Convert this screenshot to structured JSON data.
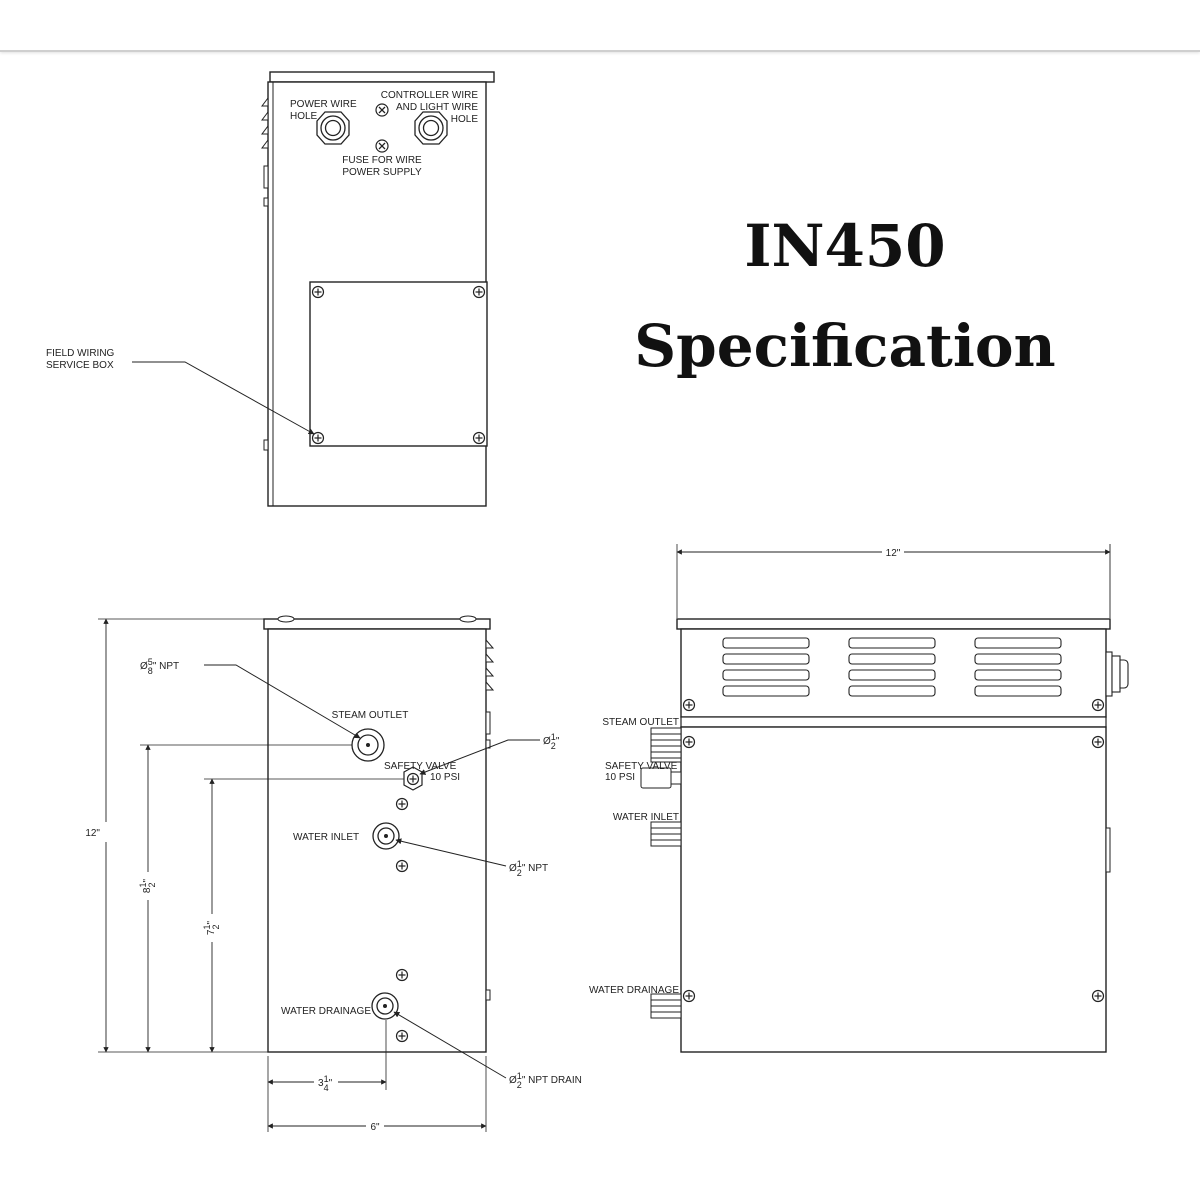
{
  "title": {
    "model": "IN450",
    "subtitle": "Specification"
  },
  "top_view": {
    "power_wire_hole": [
      "POWER WIRE",
      "HOLE"
    ],
    "controller_wire_hole": [
      "CONTROLLER WIRE",
      "AND LIGHT WIRE",
      "HOLE"
    ],
    "fuse": [
      "FUSE FOR WIRE",
      "POWER SUPPLY"
    ],
    "field_wiring_box": [
      "FIELD WIRING",
      "SERVICE BOX"
    ]
  },
  "front_view": {
    "steam_outlet": "STEAM OUTLET",
    "steam_outlet_size": {
      "prefix": "Ø",
      "num": "5",
      "den": "8",
      "suffix": "\" NPT"
    },
    "safety_valve": [
      "SAFETY VALVE",
      "10 PSI"
    ],
    "safety_valve_size": {
      "prefix": "Ø",
      "num": "1",
      "den": "2",
      "suffix": "\""
    },
    "water_inlet": "WATER INLET",
    "water_inlet_size": {
      "prefix": "Ø",
      "num": "1",
      "den": "2",
      "suffix": "\" NPT"
    },
    "water_drainage": "WATER DRAINAGE",
    "drain_size": {
      "prefix": "Ø",
      "num": "1",
      "den": "2",
      "suffix": "\" NPT DRAIN"
    },
    "dim_height": "12\"",
    "dim_outlet_height": {
      "whole": "8",
      "num": "1",
      "den": "2",
      "suffix": "\""
    },
    "dim_valve_height": {
      "whole": "7",
      "num": "1",
      "den": "2",
      "suffix": "\""
    },
    "dim_drain_offset": {
      "whole": "3",
      "num": "1",
      "den": "4",
      "suffix": "\""
    },
    "dim_width": "6\""
  },
  "side_view": {
    "dim_length": "12\"",
    "steam_outlet": "STEAM OUTLET",
    "safety_valve": [
      "SAFETY VALVE",
      "10 PSI"
    ],
    "water_inlet": "WATER INLET",
    "water_drainage": "WATER DRAINAGE"
  }
}
